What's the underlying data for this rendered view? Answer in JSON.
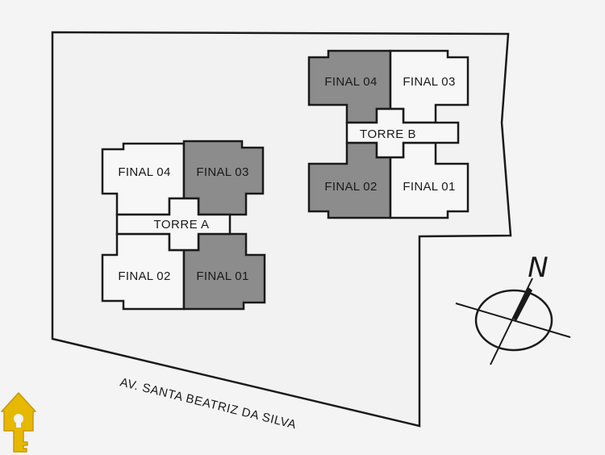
{
  "site_plan": {
    "street": "AV. SANTA BEATRIZ DA SILVA",
    "north_label": "N",
    "towers": [
      {
        "name": "TORRE A",
        "units": {
          "top_left": "FINAL 04",
          "top_right": "FINAL 03",
          "bottom_left": "FINAL 02",
          "bottom_right": "FINAL 01"
        }
      },
      {
        "name": "TORRE B",
        "units": {
          "top_left": "FINAL 04",
          "top_right": "FINAL 03",
          "bottom_left": "FINAL 02",
          "bottom_right": "FINAL 01"
        }
      }
    ]
  },
  "colors": {
    "background": "#f4f4f4",
    "outline": "#1a1a1a",
    "highlighted_unit": "#8c8c8c",
    "plain_unit": "#f7f7f7",
    "logo": "#e6b800"
  },
  "logo": {
    "icon": "house-key-icon"
  }
}
